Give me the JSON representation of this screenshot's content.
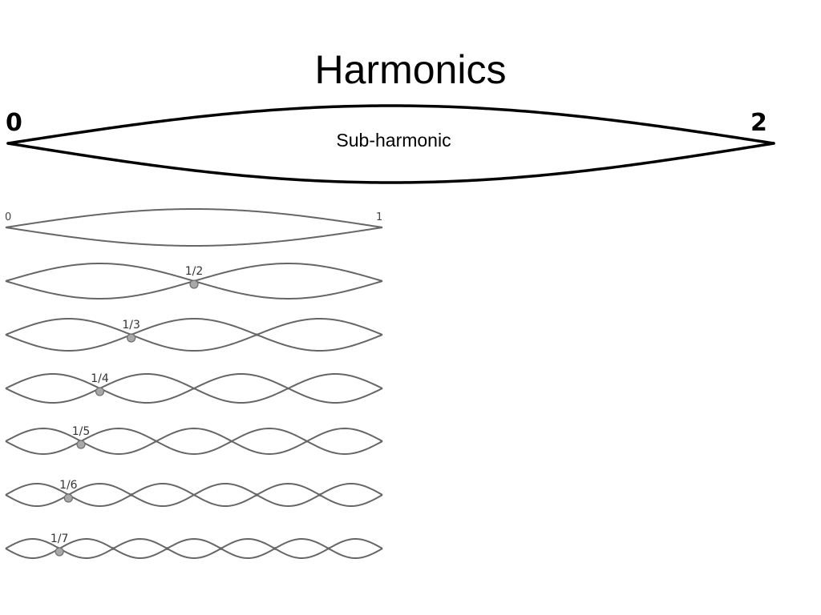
{
  "title": "Harmonics",
  "subharmonic": {
    "label": "Sub-harmonic",
    "start_label": "0",
    "end_label": "2"
  },
  "fundamental": {
    "start_label": "0",
    "end_label": "1"
  },
  "harmonics": [
    {
      "loops": 1
    },
    {
      "loops": 2,
      "node_label": "1/2"
    },
    {
      "loops": 3,
      "node_label": "1/3"
    },
    {
      "loops": 4,
      "node_label": "1/4"
    },
    {
      "loops": 5,
      "node_label": "1/5"
    },
    {
      "loops": 6,
      "node_label": "1/6"
    },
    {
      "loops": 7,
      "node_label": "1/7"
    }
  ],
  "colors": {
    "sub_string": "#000000",
    "harmonic_string": "#666666",
    "node_fill": "#a8a8a8",
    "node_stroke": "#6e6e6e"
  }
}
